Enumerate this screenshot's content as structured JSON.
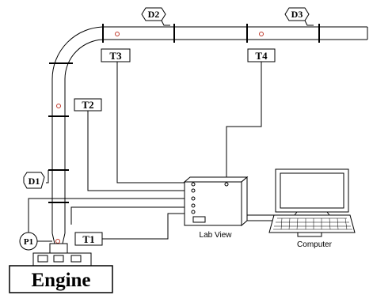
{
  "labels": {
    "engine": "Engine",
    "lab_view": "Lab View",
    "computer": "Computer",
    "t1": "T1",
    "t2": "T2",
    "t3": "T3",
    "t4": "T4",
    "p1": "P1",
    "d1": "D1",
    "d2": "D2",
    "d3": "D3"
  },
  "colors": {
    "line": "#000000",
    "port_marker": "#c0392b",
    "background": "#ffffff"
  }
}
